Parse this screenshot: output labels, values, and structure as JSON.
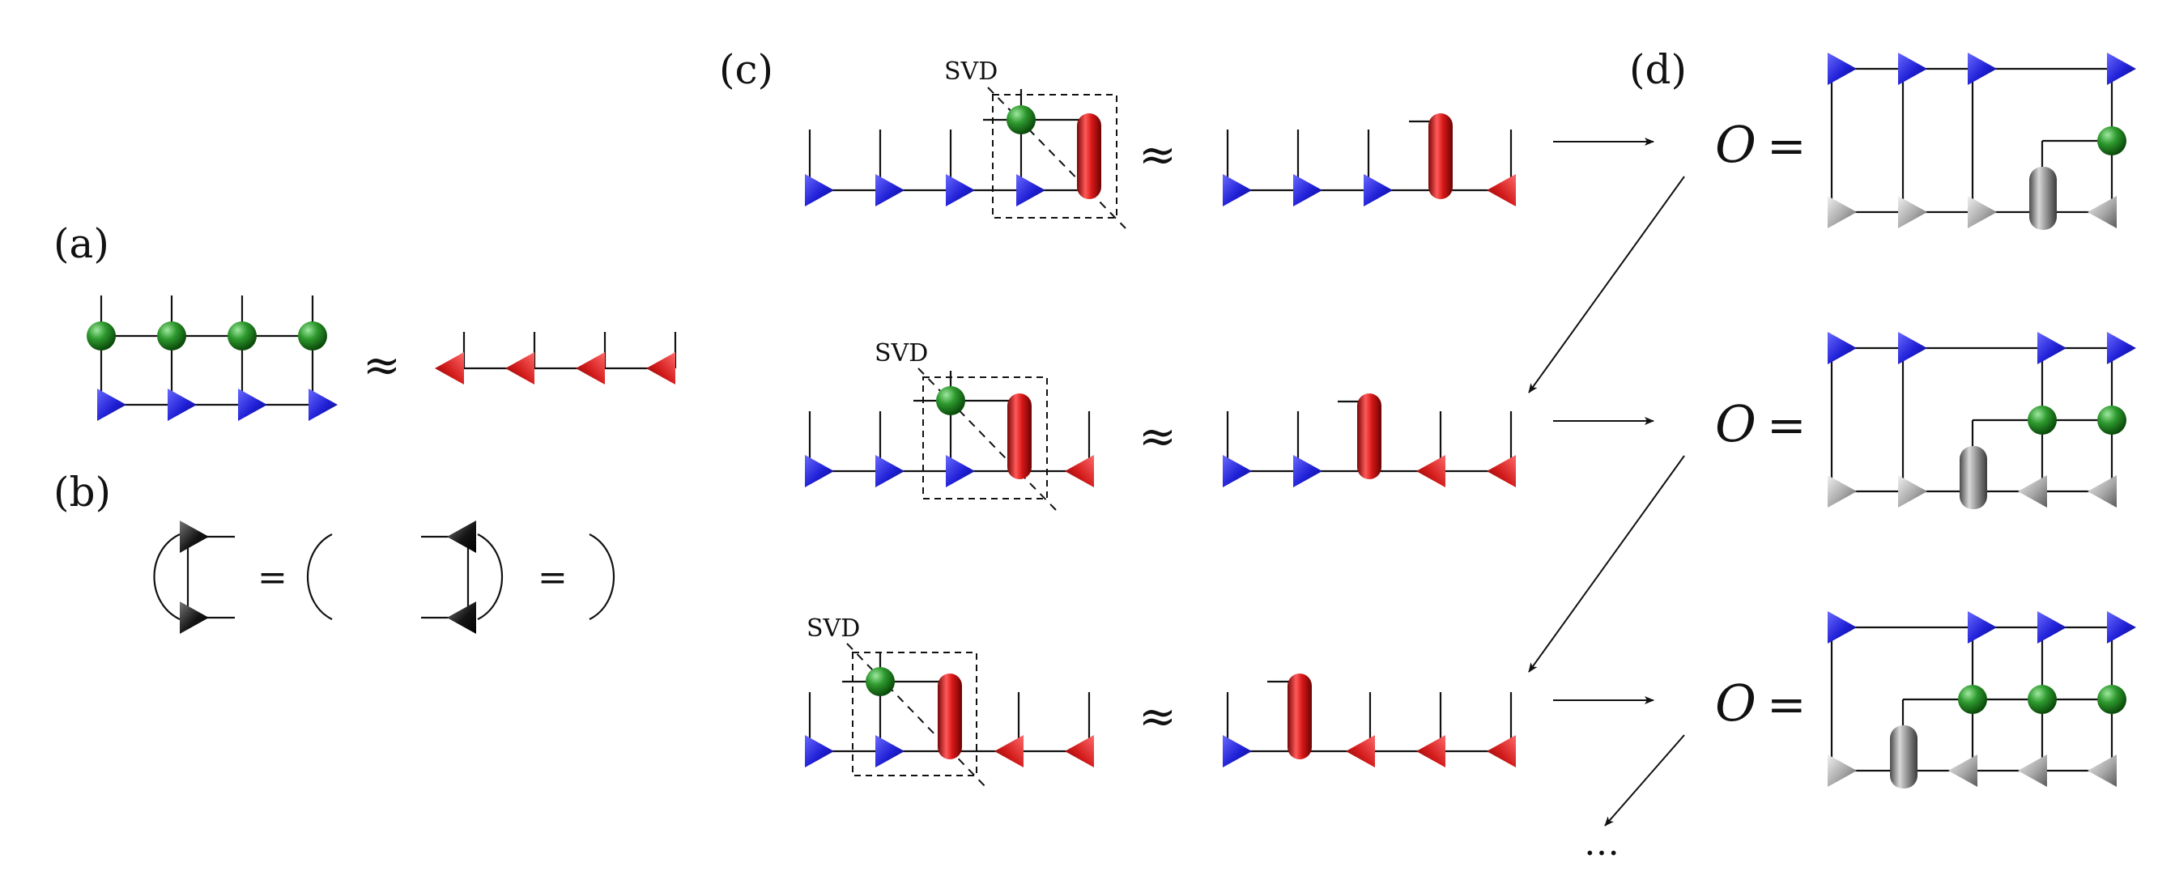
{
  "panels": {
    "a": {
      "label": "(a)",
      "approx": "≈"
    },
    "b": {
      "label": "(b)",
      "eq1": "=",
      "eq2": "="
    },
    "c": {
      "label": "(c)",
      "svd": "SVD",
      "approx": "≈"
    },
    "d": {
      "label": "(d)",
      "operator": "O",
      "equals": "=",
      "ellipsis": "…"
    }
  },
  "colors": {
    "blue": "#1f1fd6",
    "red": "#cc1a1a",
    "green": "#1e8a1e",
    "grey": "#9a9a9a",
    "black": "#111111"
  }
}
